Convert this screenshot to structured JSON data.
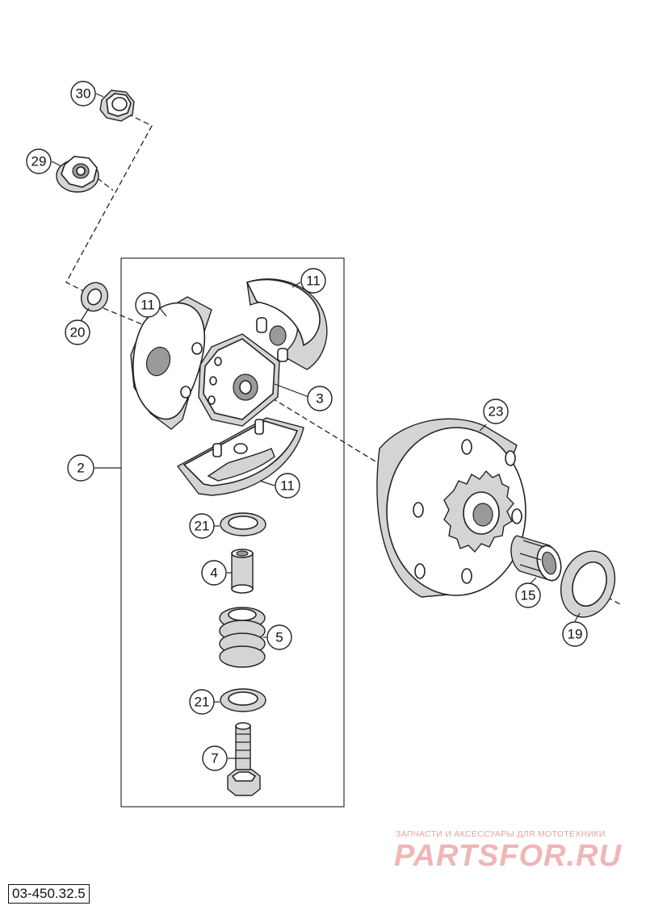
{
  "diagram_id": "03-450.32.5",
  "watermark": {
    "tagline": "ЗАПЧАСТИ И АКСЕССУАРЫ ДЛЯ МОТОТЕХНИКИ",
    "logo": "PARTSFOR.RU"
  },
  "callouts": {
    "nut": "30",
    "flange_nut": "29",
    "washer": "20",
    "shoe_left": "11",
    "shoe_top_right": "11",
    "hub": "3",
    "shoe_bottom": "11",
    "assembly": "2",
    "washer_upper": "21",
    "sleeve": "4",
    "spring": "5",
    "washer_lower": "21",
    "bolt": "7",
    "drum": "23",
    "bearing": "15",
    "thrust_washer": "19"
  }
}
